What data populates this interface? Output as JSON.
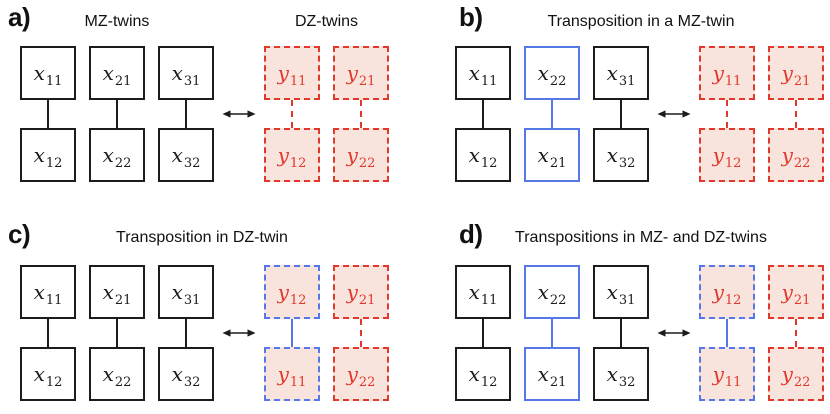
{
  "colors": {
    "black": "#1c1c1c",
    "red": "#e0392b",
    "blue": "#5577e8",
    "pink": "#f9e3dd"
  },
  "arrow_icon": "double-headed-horizontal-arrow",
  "panels": [
    {
      "label": "a)",
      "x_title": "MZ-twins",
      "y_title": "DZ-twins",
      "x_columns": [
        {
          "top": {
            "var": "x",
            "sub": "11"
          },
          "bottom": {
            "var": "x",
            "sub": "12"
          },
          "boxes": "black-solid",
          "link": "black-solid"
        },
        {
          "top": {
            "var": "x",
            "sub": "21"
          },
          "bottom": {
            "var": "x",
            "sub": "22"
          },
          "boxes": "black-solid",
          "link": "black-solid"
        },
        {
          "top": {
            "var": "x",
            "sub": "31"
          },
          "bottom": {
            "var": "x",
            "sub": "32"
          },
          "boxes": "black-solid",
          "link": "black-solid"
        }
      ],
      "y_columns": [
        {
          "top": {
            "var": "y",
            "sub": "11"
          },
          "bottom": {
            "var": "y",
            "sub": "12"
          },
          "boxes": "red-dashed",
          "link": "red-dashed"
        },
        {
          "top": {
            "var": "y",
            "sub": "21"
          },
          "bottom": {
            "var": "y",
            "sub": "22"
          },
          "boxes": "red-dashed",
          "link": "red-dashed"
        }
      ]
    },
    {
      "label": "b)",
      "title": "Transposition in a MZ-twin",
      "x_columns": [
        {
          "top": {
            "var": "x",
            "sub": "11"
          },
          "bottom": {
            "var": "x",
            "sub": "12"
          },
          "boxes": "black-solid",
          "link": "black-solid"
        },
        {
          "top": {
            "var": "x",
            "sub": "22"
          },
          "bottom": {
            "var": "x",
            "sub": "21"
          },
          "boxes": "blue-solid",
          "link": "blue-solid"
        },
        {
          "top": {
            "var": "x",
            "sub": "31"
          },
          "bottom": {
            "var": "x",
            "sub": "32"
          },
          "boxes": "black-solid",
          "link": "black-solid"
        }
      ],
      "y_columns": [
        {
          "top": {
            "var": "y",
            "sub": "11"
          },
          "bottom": {
            "var": "y",
            "sub": "12"
          },
          "boxes": "red-dashed",
          "link": "red-dashed"
        },
        {
          "top": {
            "var": "y",
            "sub": "21"
          },
          "bottom": {
            "var": "y",
            "sub": "22"
          },
          "boxes": "red-dashed",
          "link": "red-dashed"
        }
      ]
    },
    {
      "label": "c)",
      "title": "Transposition in DZ-twin",
      "x_columns": [
        {
          "top": {
            "var": "x",
            "sub": "11"
          },
          "bottom": {
            "var": "x",
            "sub": "12"
          },
          "boxes": "black-solid",
          "link": "black-solid"
        },
        {
          "top": {
            "var": "x",
            "sub": "21"
          },
          "bottom": {
            "var": "x",
            "sub": "22"
          },
          "boxes": "black-solid",
          "link": "black-solid"
        },
        {
          "top": {
            "var": "x",
            "sub": "31"
          },
          "bottom": {
            "var": "x",
            "sub": "32"
          },
          "boxes": "black-solid",
          "link": "black-solid"
        }
      ],
      "y_columns": [
        {
          "top": {
            "var": "y",
            "sub": "12"
          },
          "bottom": {
            "var": "y",
            "sub": "11"
          },
          "boxes": "blue-dashed",
          "link": "blue-solid"
        },
        {
          "top": {
            "var": "y",
            "sub": "21"
          },
          "bottom": {
            "var": "y",
            "sub": "22"
          },
          "boxes": "red-dashed",
          "link": "red-dashed"
        }
      ]
    },
    {
      "label": "d)",
      "title": "Transpositions in MZ- and DZ-twins",
      "x_columns": [
        {
          "top": {
            "var": "x",
            "sub": "11"
          },
          "bottom": {
            "var": "x",
            "sub": "12"
          },
          "boxes": "black-solid",
          "link": "black-solid"
        },
        {
          "top": {
            "var": "x",
            "sub": "22"
          },
          "bottom": {
            "var": "x",
            "sub": "21"
          },
          "boxes": "blue-solid",
          "link": "blue-solid"
        },
        {
          "top": {
            "var": "x",
            "sub": "31"
          },
          "bottom": {
            "var": "x",
            "sub": "32"
          },
          "boxes": "black-solid",
          "link": "black-solid"
        }
      ],
      "y_columns": [
        {
          "top": {
            "var": "y",
            "sub": "12"
          },
          "bottom": {
            "var": "y",
            "sub": "11"
          },
          "boxes": "blue-dashed",
          "link": "blue-solid"
        },
        {
          "top": {
            "var": "y",
            "sub": "21"
          },
          "bottom": {
            "var": "y",
            "sub": "22"
          },
          "boxes": "red-dashed",
          "link": "red-dashed"
        }
      ]
    }
  ]
}
